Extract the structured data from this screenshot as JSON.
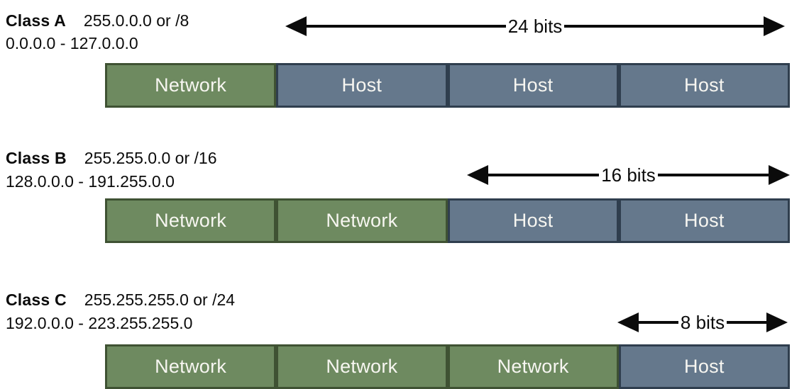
{
  "classes": [
    {
      "name": "Class A",
      "mask": "255.0.0.0 or /8",
      "range": "0.0.0.0 - 127.0.0.0",
      "arrow_label": "24 bits",
      "cells": [
        "Network",
        "Host",
        "Host",
        "Host"
      ]
    },
    {
      "name": "Class B",
      "mask": "255.255.0.0 or /16",
      "range": "128.0.0.0 - 191.255.0.0",
      "arrow_label": "16 bits",
      "cells": [
        "Network",
        "Network",
        "Host",
        "Host"
      ]
    },
    {
      "name": "Class C",
      "mask": "255.255.255.0 or /24",
      "range": "192.0.0.0 - 223.255.255.0",
      "arrow_label": "8 bits",
      "cells": [
        "Network",
        "Network",
        "Network",
        "Host"
      ]
    }
  ],
  "colors": {
    "network_fill": "#6E8A60",
    "network_border": "#3F5233",
    "host_fill": "#65788C",
    "host_border": "#2F3E4E",
    "arrow": "#0B0B0B",
    "cell_text": "#F7F6F1"
  }
}
